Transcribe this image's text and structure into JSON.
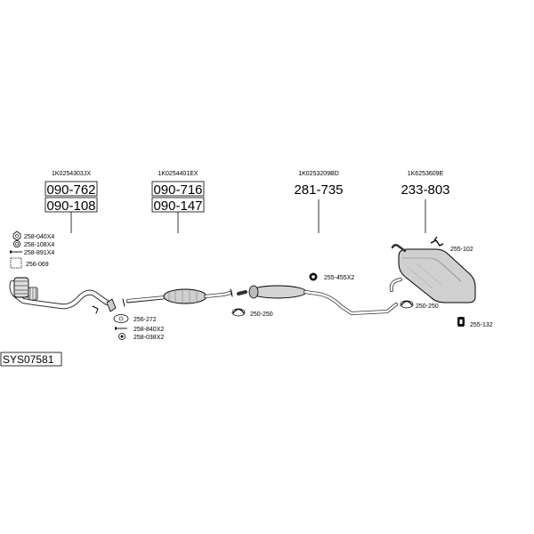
{
  "diagram": {
    "system_code": "SYS07581",
    "groups": [
      {
        "oem": "1K0254303JX",
        "part_numbers": [
          "090-762",
          "090-108"
        ],
        "boxed": true
      },
      {
        "oem": "1K0254401EX",
        "part_numbers": [
          "090-716",
          "090-147"
        ],
        "boxed": true
      },
      {
        "oem": "1K0253209BD",
        "part_numbers": [
          "281-735"
        ],
        "boxed": false
      },
      {
        "oem": "1K6253609E",
        "part_numbers": [
          "233-803"
        ],
        "boxed": false
      }
    ],
    "accessories": {
      "a1": "258-040X4",
      "a2": "258-108X4",
      "a3": "258-891X4",
      "a4": "256-069",
      "a5": "256-272",
      "a6": "258-840X2",
      "a7": "258-038X2",
      "a8": "250-250",
      "a9": "255-455X2",
      "a10": "250-250",
      "a11": "255-102",
      "a12": "255-132"
    }
  }
}
